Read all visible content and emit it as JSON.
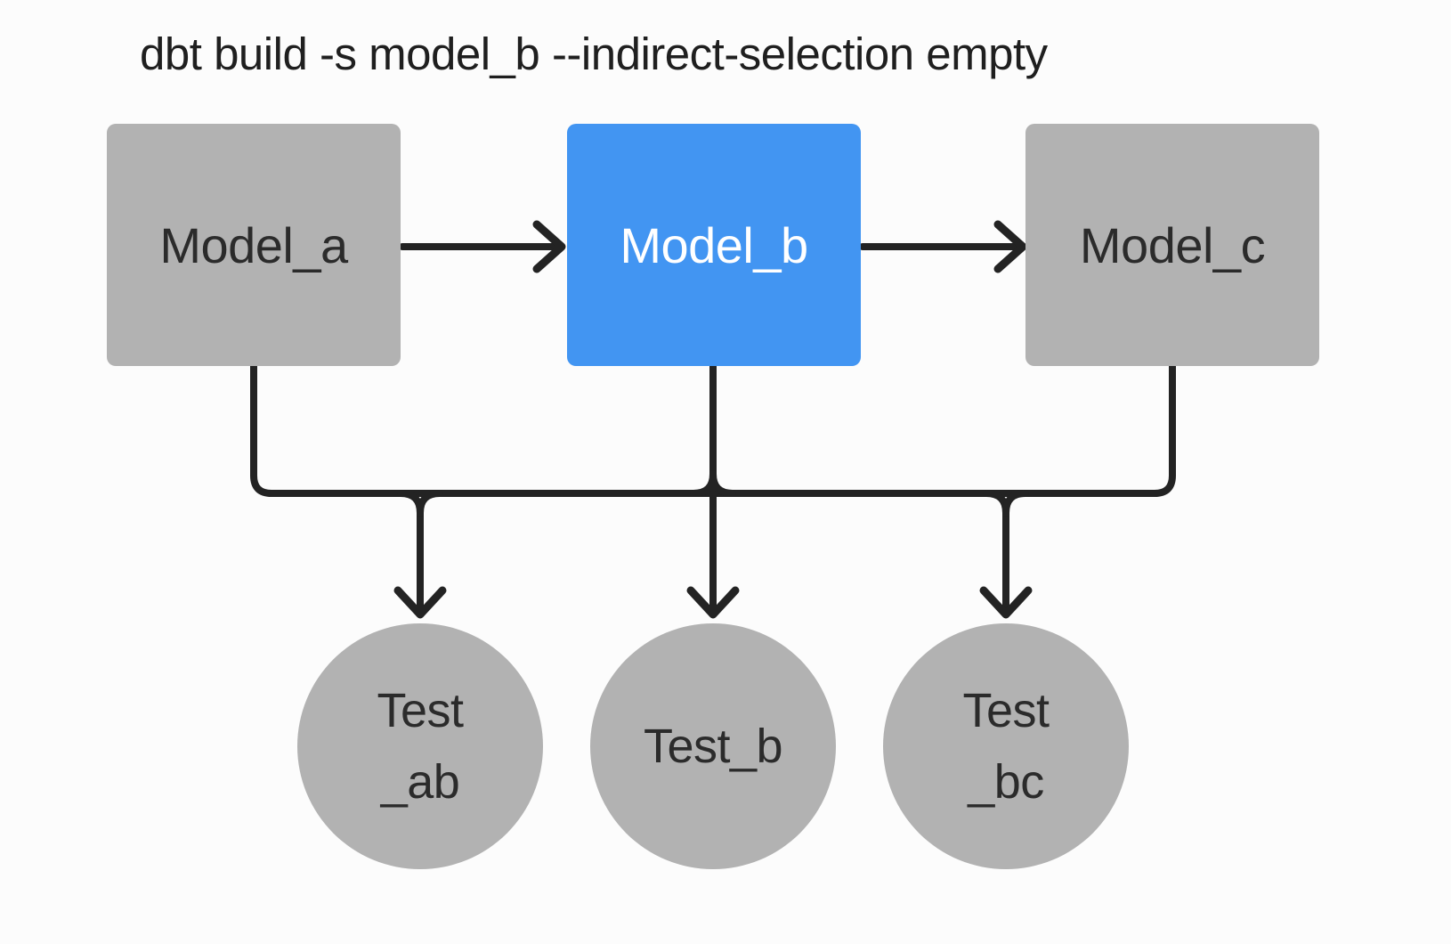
{
  "title": "dbt build -s model_b --indirect-selection empty",
  "colors": {
    "highlight_blue": "#4295f2",
    "node_gray": "#b2b2b2",
    "edge_black": "#232323",
    "background": "#fcfcfc",
    "title_text": "#1f1f1f",
    "node_text": "#2b2b2b",
    "text_light": "#ffffff"
  },
  "nodes": {
    "model_a": {
      "label": "Model_a",
      "kind": "model",
      "highlighted": false
    },
    "model_b": {
      "label": "Model_b",
      "kind": "model",
      "highlighted": true
    },
    "model_c": {
      "label": "Model_c",
      "kind": "model",
      "highlighted": false
    },
    "test_ab": {
      "label": "Test\n_ab",
      "kind": "test",
      "highlighted": false
    },
    "test_b": {
      "label": "Test_b",
      "kind": "test",
      "highlighted": false
    },
    "test_bc": {
      "label": "Test\n_bc",
      "kind": "test",
      "highlighted": false
    }
  },
  "edges": [
    {
      "from": "model_a",
      "to": "model_b"
    },
    {
      "from": "model_b",
      "to": "model_c"
    },
    {
      "from": "model_a",
      "to": "test_ab"
    },
    {
      "from": "model_b",
      "to": "test_ab"
    },
    {
      "from": "model_b",
      "to": "test_b"
    },
    {
      "from": "model_b",
      "to": "test_bc"
    },
    {
      "from": "model_c",
      "to": "test_bc"
    }
  ]
}
